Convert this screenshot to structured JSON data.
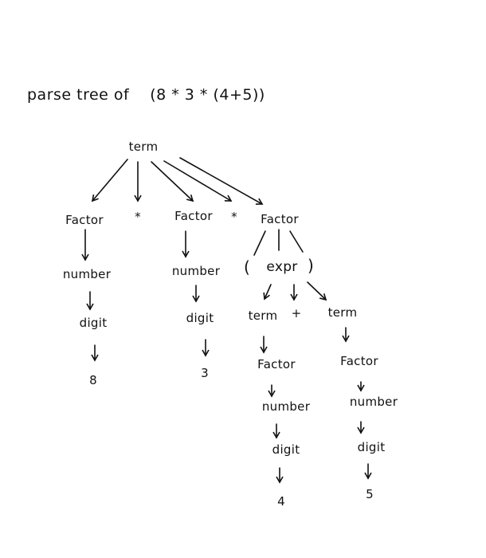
{
  "title": {
    "prefix": "parse tree of",
    "expression": "(8 * 3 * (4+5))"
  },
  "tree": {
    "root": "term",
    "level1": [
      "Factor",
      "*",
      "Factor",
      "*",
      "Factor"
    ],
    "factor1_chain": [
      "number",
      "digit",
      "8"
    ],
    "factor2_chain": [
      "number",
      "digit",
      "3"
    ],
    "factor3_children": [
      "(",
      "expr",
      ")"
    ],
    "expr_children": [
      "term",
      "+",
      "term"
    ],
    "left_term_chain": [
      "Factor",
      "number",
      "digit",
      "4"
    ],
    "right_term_chain": [
      "Factor",
      "number",
      "digit",
      "5"
    ]
  },
  "style": {
    "ink": "#111111",
    "background": "#ffffff"
  }
}
